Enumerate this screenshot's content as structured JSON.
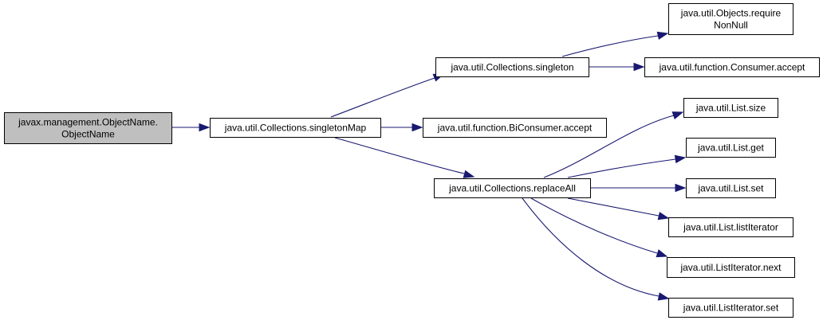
{
  "colors": {
    "root_fill": "#bfbfbf",
    "node_fill": "#ffffff",
    "border": "#000000",
    "edge": "#191970"
  },
  "nodes": [
    {
      "id": "n_root",
      "lines": [
        "javax.management.ObjectName.",
        "ObjectName"
      ],
      "root": true
    },
    {
      "id": "n_singletonMap",
      "lines": [
        "java.util.Collections.singletonMap"
      ]
    },
    {
      "id": "n_singleton",
      "lines": [
        "java.util.Collections.singleton"
      ]
    },
    {
      "id": "n_biconsumer",
      "lines": [
        "java.util.function.BiConsumer.accept"
      ]
    },
    {
      "id": "n_replaceAll",
      "lines": [
        "java.util.Collections.replaceAll"
      ]
    },
    {
      "id": "n_requireNonNull",
      "lines": [
        "java.util.Objects.require",
        "NonNull"
      ]
    },
    {
      "id": "n_consumer",
      "lines": [
        "java.util.function.Consumer.accept"
      ]
    },
    {
      "id": "n_size",
      "lines": [
        "java.util.List.size"
      ]
    },
    {
      "id": "n_get",
      "lines": [
        "java.util.List.get"
      ]
    },
    {
      "id": "n_set",
      "lines": [
        "java.util.List.set"
      ]
    },
    {
      "id": "n_listIterator",
      "lines": [
        "java.util.List.listIterator"
      ]
    },
    {
      "id": "n_next",
      "lines": [
        "java.util.ListIterator.next"
      ]
    },
    {
      "id": "n_itset",
      "lines": [
        "java.util.ListIterator.set"
      ]
    }
  ],
  "edges": [
    {
      "from": "n_root",
      "to": "n_singletonMap"
    },
    {
      "from": "n_singletonMap",
      "to": "n_singleton"
    },
    {
      "from": "n_singletonMap",
      "to": "n_biconsumer"
    },
    {
      "from": "n_singletonMap",
      "to": "n_replaceAll"
    },
    {
      "from": "n_singleton",
      "to": "n_requireNonNull"
    },
    {
      "from": "n_singleton",
      "to": "n_consumer"
    },
    {
      "from": "n_replaceAll",
      "to": "n_size"
    },
    {
      "from": "n_replaceAll",
      "to": "n_get"
    },
    {
      "from": "n_replaceAll",
      "to": "n_set"
    },
    {
      "from": "n_replaceAll",
      "to": "n_listIterator"
    },
    {
      "from": "n_replaceAll",
      "to": "n_next"
    },
    {
      "from": "n_replaceAll",
      "to": "n_itset"
    }
  ]
}
